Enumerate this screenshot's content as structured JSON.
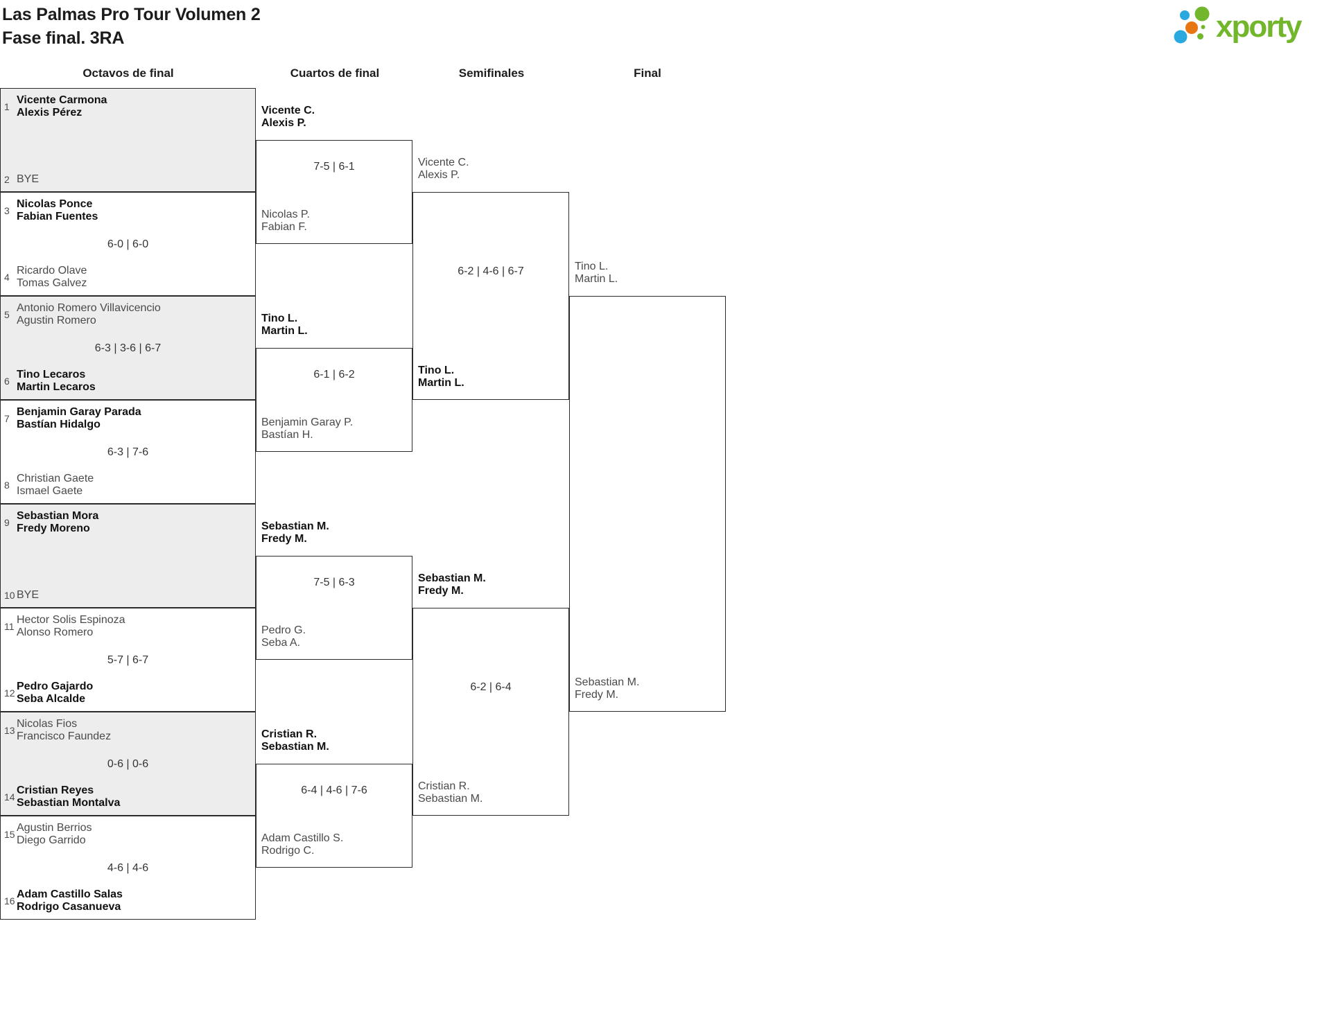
{
  "page": {
    "title_line1": "Las Palmas Pro Tour Volumen 2",
    "title_line2": "Fase final. 3RA"
  },
  "logo": {
    "text": "xporty"
  },
  "colors": {
    "logo_green": "#72b62c",
    "logo_blue": "#2aa9e0",
    "logo_orange": "#e87613",
    "winner_text": "#111111",
    "loser_text": "#4a4a4a",
    "row_gray": "#ededed",
    "border": "#2b2b2b"
  },
  "round_headers": [
    "Octavos de final",
    "Cuartos de final",
    "Semifinales",
    "Final"
  ],
  "octavos": [
    {
      "seed1": "1",
      "team1a": "Vicente Carmona",
      "team1b": "Alexis Pérez",
      "score": "",
      "seed2": "2",
      "team2a": "BYE",
      "team2b": ""
    },
    {
      "seed1": "3",
      "team1a": "Nicolas Ponce",
      "team1b": "Fabian Fuentes",
      "score": "6-0 | 6-0",
      "seed2": "4",
      "team2a": "Ricardo Olave",
      "team2b": "Tomas Galvez"
    },
    {
      "seed1": "5",
      "team1a": "Antonio Romero Villavicencio",
      "team1b": "Agustin Romero",
      "score": "6-3 | 3-6 | 6-7",
      "seed2": "6",
      "team2a": "Tino Lecaros",
      "team2b": "Martin Lecaros"
    },
    {
      "seed1": "7",
      "team1a": "Benjamin Garay Parada",
      "team1b": "Bastían Hidalgo",
      "score": "6-3 | 7-6",
      "seed2": "8",
      "team2a": "Christian Gaete",
      "team2b": "Ismael Gaete"
    },
    {
      "seed1": "9",
      "team1a": "Sebastian Mora",
      "team1b": "Fredy Moreno",
      "score": "",
      "seed2": "10",
      "team2a": "BYE",
      "team2b": ""
    },
    {
      "seed1": "11",
      "team1a": "Hector Solis Espinoza",
      "team1b": "Alonso Romero",
      "score": "5-7 | 6-7",
      "seed2": "12",
      "team2a": "Pedro Gajardo",
      "team2b": "Seba Alcalde"
    },
    {
      "seed1": "13",
      "team1a": "Nicolas Fios",
      "team1b": "Francisco Faundez",
      "score": "0-6 | 0-6",
      "seed2": "14",
      "team2a": "Cristian Reyes",
      "team2b": "Sebastian Montalva"
    },
    {
      "seed1": "15",
      "team1a": "Agustin Berrios",
      "team1b": "Diego Garrido",
      "score": "4-6 | 4-6",
      "seed2": "16",
      "team2a": "Adam Castillo Salas",
      "team2b": "Rodrigo Casanueva"
    }
  ],
  "cuartos": [
    {
      "topa": "Vicente C.",
      "topb": "Alexis P.",
      "score": "7-5 | 6-1",
      "bota": "Nicolas P.",
      "botb": "Fabian F."
    },
    {
      "topa": "Tino L.",
      "topb": "Martin L.",
      "score": "6-1 | 6-2",
      "bota": "Benjamin Garay P.",
      "botb": "Bastían H."
    },
    {
      "topa": "Sebastian M.",
      "topb": "Fredy M.",
      "score": "7-5 | 6-3",
      "bota": "Pedro G.",
      "botb": "Seba A."
    },
    {
      "topa": "Cristian R.",
      "topb": "Sebastian M.",
      "score": "6-4 | 4-6 | 7-6",
      "bota": "Adam Castillo S.",
      "botb": "Rodrigo C."
    }
  ],
  "semifinales": [
    {
      "topa": "Vicente C.",
      "topb": "Alexis P.",
      "score": "6-2 | 4-6 | 6-7",
      "bota": "Tino L.",
      "botb": "Martin L."
    },
    {
      "topa": "Sebastian M.",
      "topb": "Fredy M.",
      "score": "6-2 | 6-4",
      "bota": "Cristian R.",
      "botb": "Sebastian M."
    }
  ],
  "final": {
    "topa": "Tino L.",
    "topb": "Martin L.",
    "bota": "Sebastian M.",
    "botb": "Fredy M."
  }
}
